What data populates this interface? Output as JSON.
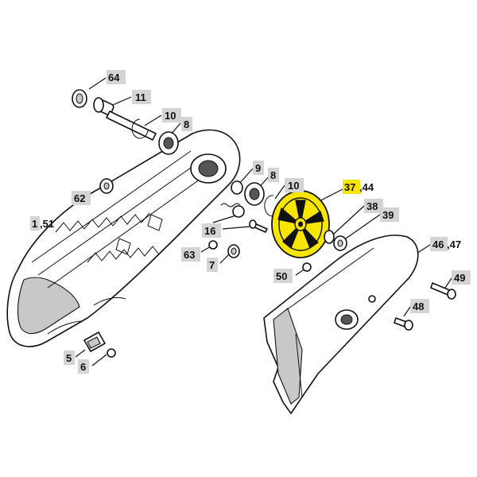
{
  "diagram": {
    "highlight_color": "#f6e600",
    "callouts": {
      "c64": "64",
      "c11": "11",
      "c10a": "10",
      "c8a": "8",
      "c62": "62",
      "c151_a": "1",
      "c151_b": ",51",
      "c9": "9",
      "c8b": "8",
      "c10b": "10",
      "c16": "16",
      "c63": "63",
      "c7": "7",
      "c3744_a": "37",
      "c3744_b": ",44",
      "c38": "38",
      "c39": "39",
      "c4647_a": "46",
      "c4647_b": ",47",
      "c50": "50",
      "c49": "49",
      "c48": "48",
      "c5": "5",
      "c6": "6"
    }
  }
}
